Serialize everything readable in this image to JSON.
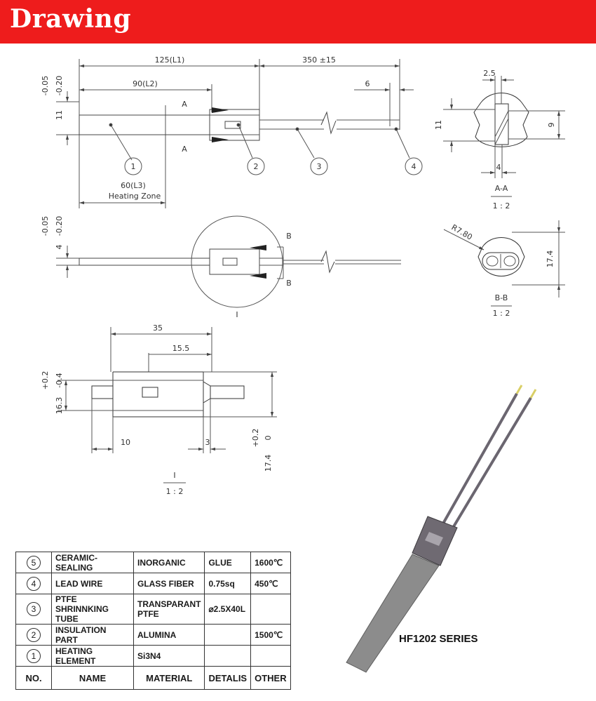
{
  "header": {
    "title": "Drawing"
  },
  "top_view": {
    "dim_l1": "125(L1)",
    "dim_lead": "350 ±15",
    "dim_l2": "90(L2)",
    "dim_6": "6",
    "tol_top": "-0.05",
    "tol_bottom": "-0.20",
    "dia": "11",
    "section_marker": "A",
    "heating_zone_dim": "60(L3)",
    "heating_zone_label": "Heating Zone",
    "balloons": [
      "1",
      "2",
      "3",
      "4"
    ]
  },
  "side_view": {
    "tol_top": "-0.05",
    "tol_bottom": "-0.20",
    "thickness": "4",
    "section_marker": "B",
    "detail_label": "I"
  },
  "section_aa": {
    "dim_width": "2.5",
    "dim_height": "11",
    "dim_inner": "9",
    "dim_bottom": "4",
    "label": "A-A",
    "scale": "1 : 2"
  },
  "section_bb": {
    "radius": "R7.80",
    "dim_height": "17.4",
    "label": "B-B",
    "scale": "1 : 2"
  },
  "detail_view": {
    "dim_35": "35",
    "dim_15_5": "15.5",
    "dim_10": "10",
    "dim_3": "3",
    "tol_left_top": "+0.2",
    "tol_left_bottom": "-0.4",
    "dim_left": "16.3",
    "tol_right_top": "+0.2",
    "tol_right_bottom": "0",
    "dim_right": "17.4",
    "label": "I",
    "scale": "1 : 2"
  },
  "bom": {
    "rows": [
      {
        "no": "5",
        "name": "CERAMIC-SEALING",
        "material": "INORGANIC",
        "details": "GLUE",
        "other": "1600℃"
      },
      {
        "no": "4",
        "name": "LEAD WIRE",
        "material": "GLASS FIBER",
        "details": "0.75sq",
        "other": "450℃"
      },
      {
        "no": "3",
        "name": "PTFE SHRINNKING TUBE",
        "material": "TRANSPARANT PTFE",
        "details": "⌀2.5X40L",
        "other": ""
      },
      {
        "no": "2",
        "name": "INSULATION PART",
        "material": "ALUMINA",
        "details": "",
        "other": "1500℃"
      },
      {
        "no": "1",
        "name": "HEATING ELEMENT",
        "material": "Si3N4",
        "details": "",
        "other": ""
      }
    ],
    "headers": {
      "no": "NO.",
      "name": "NAME",
      "material": "MATERIAL",
      "details": "DETALIS",
      "other": "OTHER"
    }
  },
  "product_label": "HF1202 SERIES",
  "colors": {
    "banner": "#ee1c1c",
    "line": "#555555",
    "rod": "#8c8c8c",
    "insulator": "#6f6a72"
  }
}
